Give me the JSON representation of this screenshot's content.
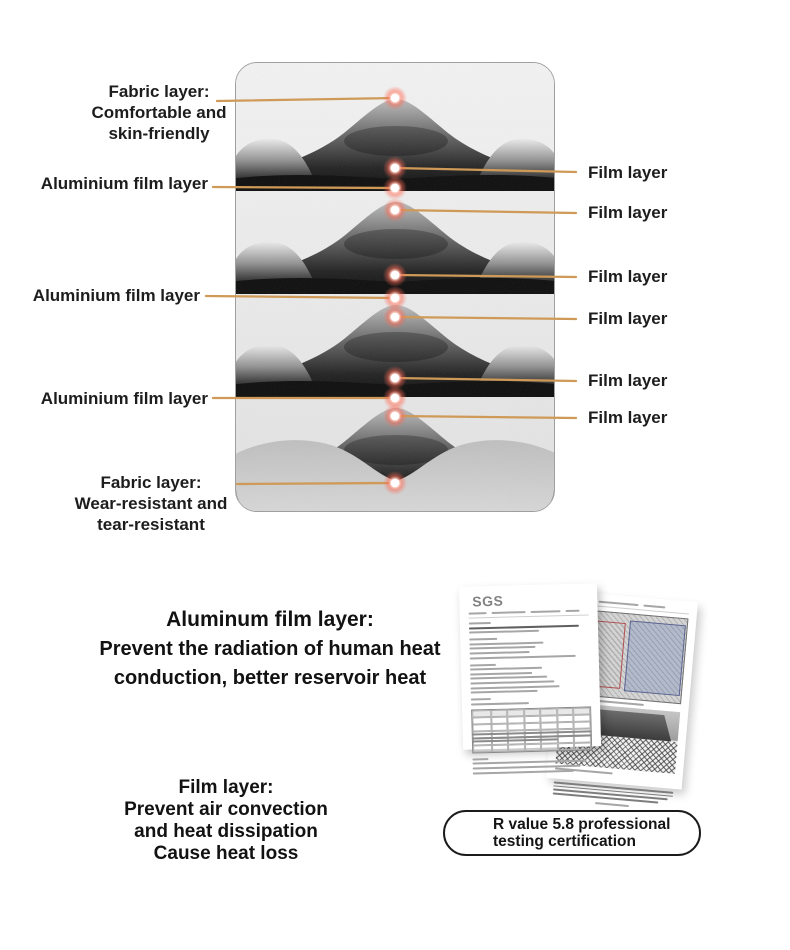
{
  "diagram": {
    "left_labels": [
      {
        "lines": [
          "Fabric layer:",
          "Comfortable and",
          "skin-friendly"
        ]
      },
      {
        "lines": [
          "Aluminium film layer"
        ]
      },
      {
        "lines": [
          "Aluminium film layer"
        ]
      },
      {
        "lines": [
          "Aluminium film layer"
        ]
      },
      {
        "lines": [
          "Fabric layer:",
          "Wear-resistant and",
          "tear-resistant"
        ]
      }
    ],
    "right_labels": [
      "Film layer",
      "Film layer",
      "Film layer",
      "Film layer",
      "Film layer",
      "Film layer"
    ],
    "colors": {
      "callout_line": "#cf9a58",
      "dot_core": "#ffffff",
      "dot_glow": "#ff6a55"
    }
  },
  "aluminum_section": {
    "title": "Aluminum film layer:",
    "line1": "Prevent the radiation of human heat",
    "line2": "conduction, better reservoir heat"
  },
  "film_section": {
    "title": "Film layer:",
    "line1": "Prevent air convection",
    "line2": "and heat dissipation",
    "line3": "Cause heat loss"
  },
  "certificate": {
    "logo": "SGS",
    "colors": {
      "sample_box_red": "#b05050",
      "sample_box_blue": "#5a6490"
    }
  },
  "badge": {
    "line1": "R value 5.8 professional",
    "line2": "testing certification"
  }
}
